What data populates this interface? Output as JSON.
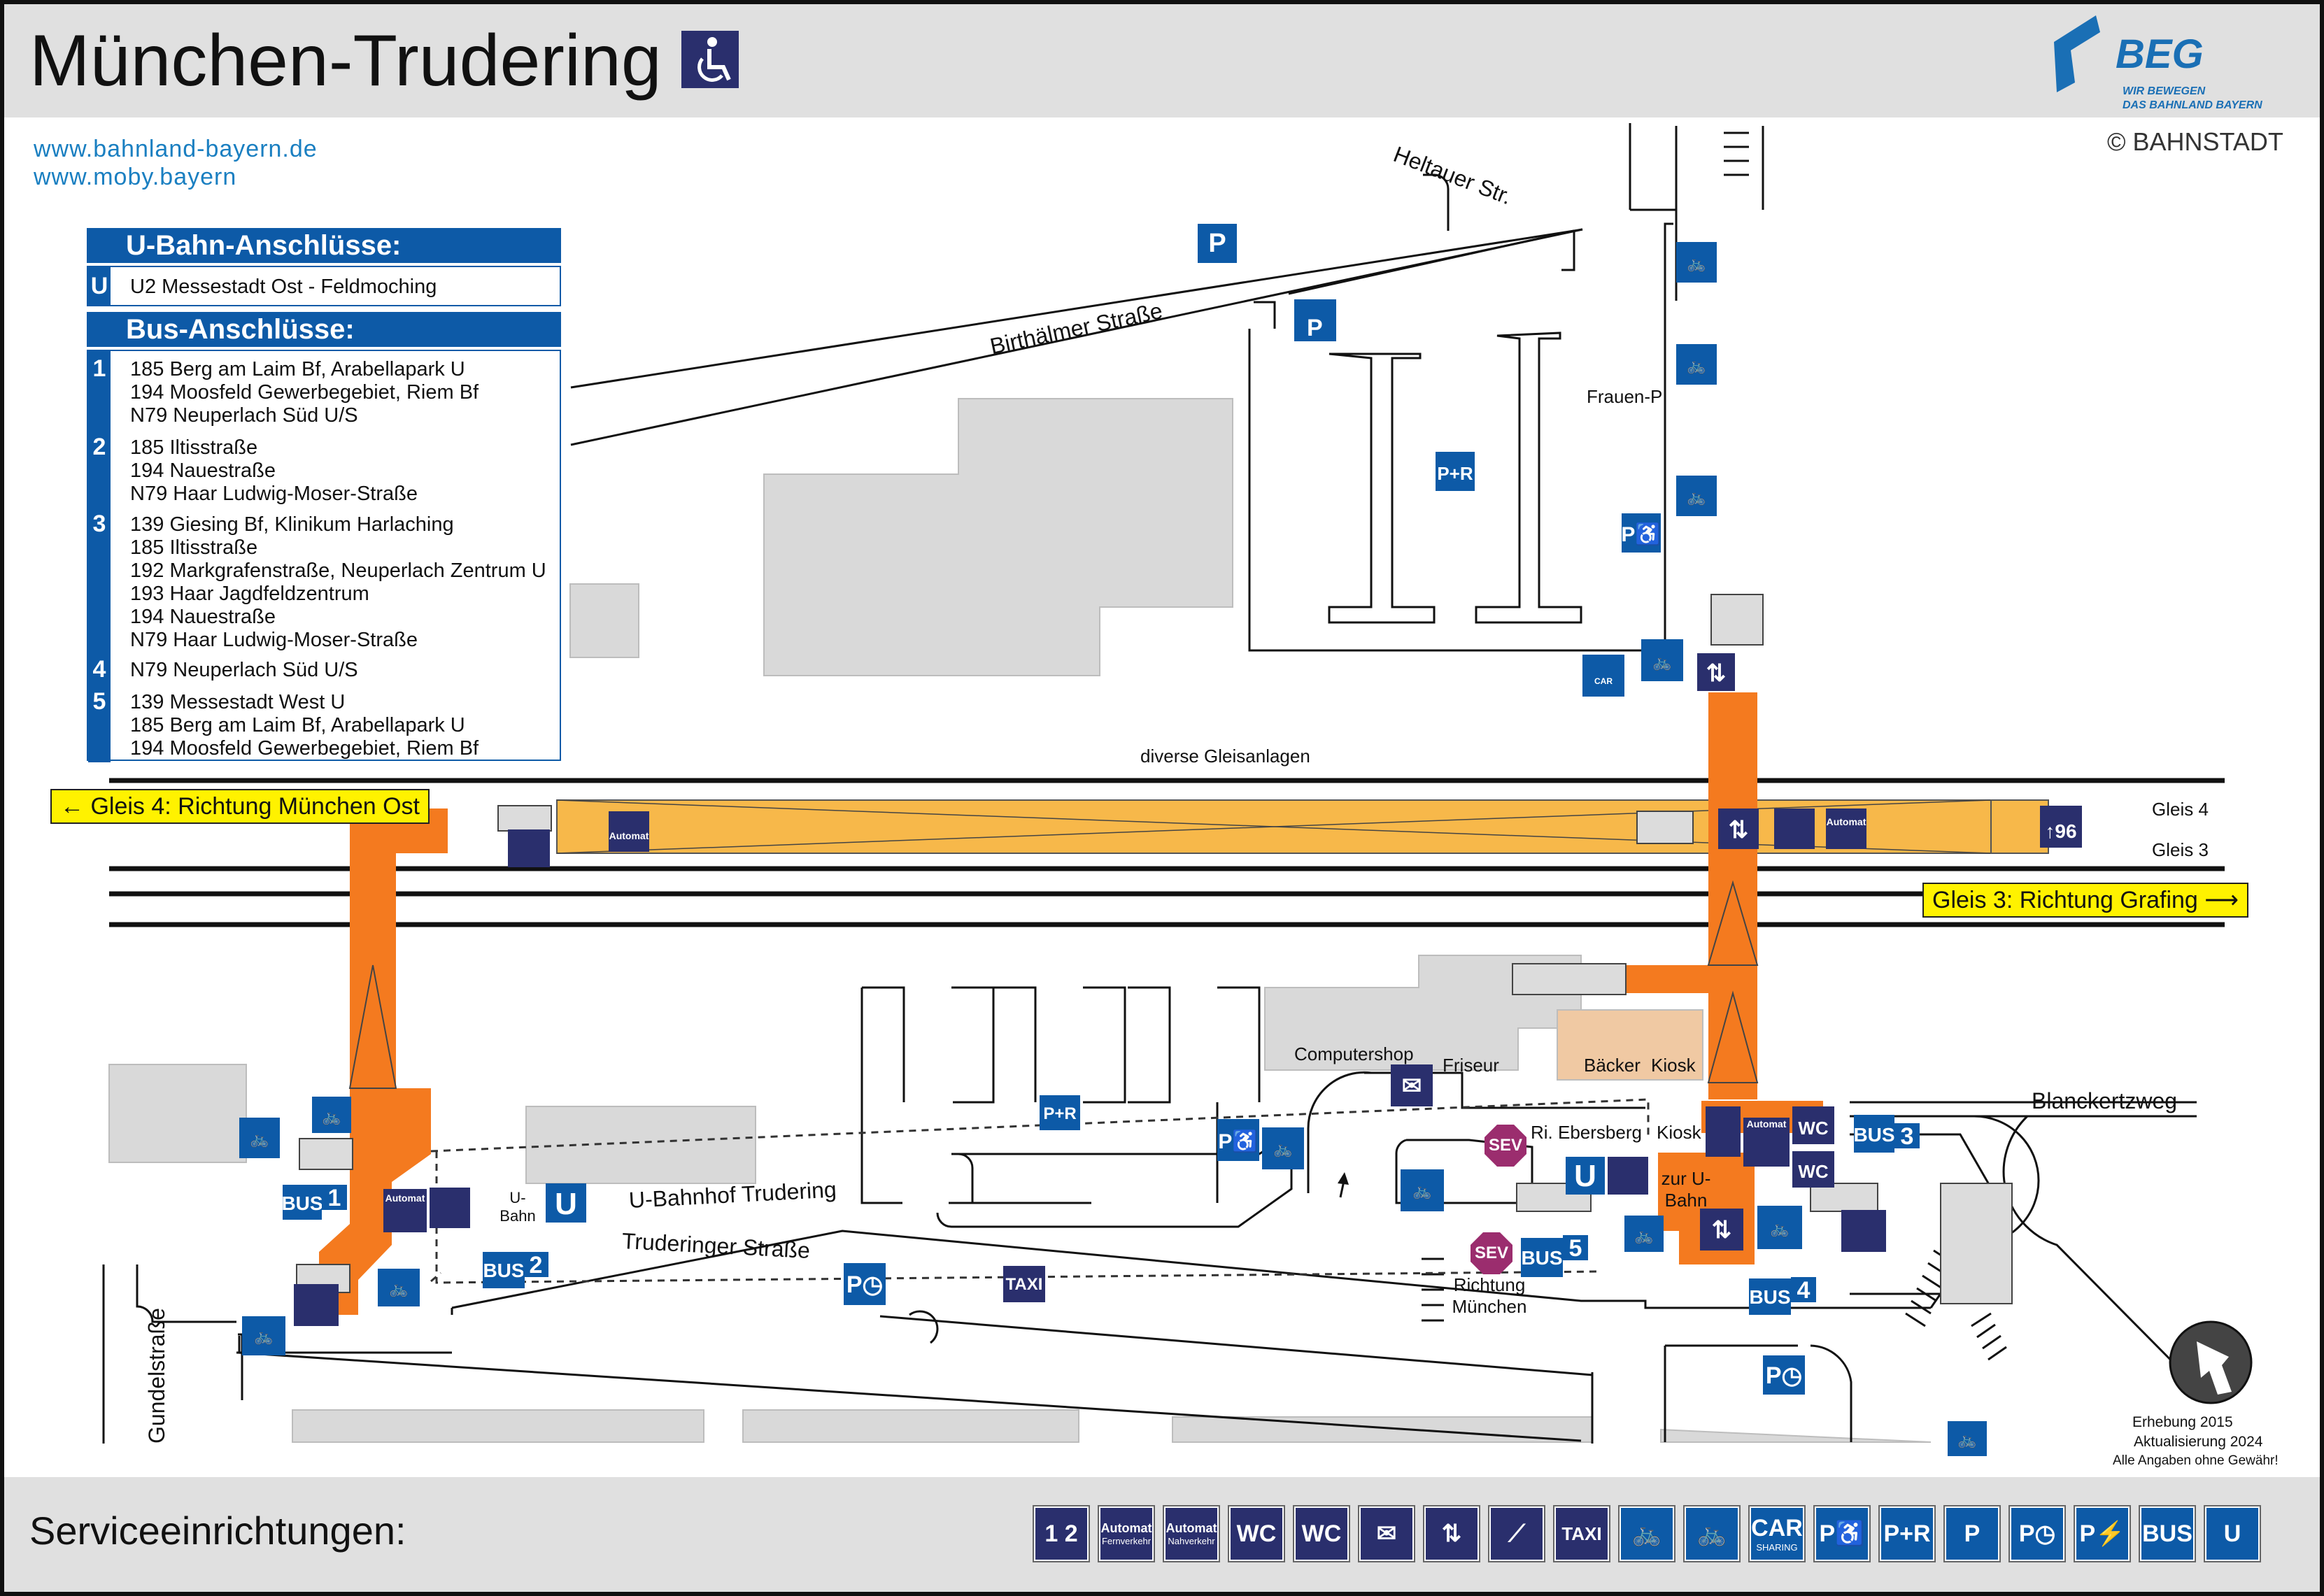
{
  "header": {
    "title": "München-Trudering",
    "wheelchair_icon": "wheelchair-icon",
    "logo": {
      "text": "BEG",
      "subline1": "WIR BEWEGEN",
      "subline2": "DAS BAHNLAND BAYERN"
    },
    "links": [
      "www.bahnland-bayern.de",
      "www.moby.bayern"
    ],
    "copyright": "© BAHNSTADT"
  },
  "legend": {
    "ubahn_title": "U-Bahn-Anschlüsse:",
    "ubahn_lines": [
      {
        "badge": "U",
        "text": "U2 Messestadt Ost - Feldmoching"
      }
    ],
    "bus_title": "Bus-Anschlüsse:",
    "bus_groups": [
      {
        "num": "1",
        "lines": [
          "185 Berg am Laim Bf, Arabellapark U",
          "194 Moosfeld Gewerbegebiet, Riem Bf",
          "N79 Neuperlach Süd U/S"
        ]
      },
      {
        "num": "2",
        "lines": [
          "185 Iltisstraße",
          "194 Nauestraße",
          "N79 Haar Ludwig-Moser-Straße"
        ]
      },
      {
        "num": "3",
        "lines": [
          "139 Giesing Bf, Klinikum Harlaching",
          "185 Iltisstraße",
          "192 Markgrafenstraße, Neuperlach Zentrum U",
          "193 Haar Jagdfeldzentrum",
          "194 Nauestraße",
          "N79 Haar Ludwig-Moser-Straße"
        ]
      },
      {
        "num": "4",
        "lines": [
          "N79 Neuperlach Süd U/S"
        ]
      },
      {
        "num": "5",
        "lines": [
          "139 Messestadt West U",
          "185 Berg am Laim Bf, Arabellapark U",
          "194 Moosfeld Gewerbegebiet, Riem Bf"
        ]
      }
    ]
  },
  "tracks": {
    "gleis4_direction": "Gleis 4: Richtung München Ost",
    "gleis3_direction": "Gleis 3: Richtung Grafing",
    "gleis4_label": "Gleis 4",
    "gleis3_label": "Gleis 3",
    "platform_height": "96",
    "misc_tracks": "diverse Gleisanlagen"
  },
  "streets": {
    "heltauer": "Heltauer Str.",
    "birthaelmer": "Birthälmer Straße",
    "ubahnhof": "U-Bahnhof Trudering",
    "truderinger": "Truderinger Straße",
    "blanckertz": "Blanckertzweg",
    "gundel": "Gundelstraße"
  },
  "places": {
    "frauen_p": "Frauen-P",
    "computershop": "Computershop",
    "friseur": "Friseur",
    "baecker": "Bäcker",
    "kiosk": "Kiosk",
    "kiosk2": "Kiosk",
    "ri_ebersberg": "Ri. Ebersberg",
    "zur_ubahn": "zur U-Bahn",
    "u_bahn": "U-Bahn",
    "richtung_muenchen": "Richtung München",
    "sev": "SEV"
  },
  "footnote": {
    "survey": "Erhebung 2015",
    "update": "Aktualisierung 2024",
    "disclaimer": "Alle Angaben ohne Gewähr!"
  },
  "services": {
    "title": "Serviceeinrichtungen:",
    "icons": [
      {
        "name": "ticket-machine-icon",
        "label": "1 2",
        "style": "dark"
      },
      {
        "name": "automat-fernverkehr-icon",
        "label": "Automat",
        "sub": "Fernverkehr",
        "style": "dark"
      },
      {
        "name": "automat-nahverkehr-icon",
        "label": "Automat",
        "sub": "Nahverkehr",
        "style": "dark"
      },
      {
        "name": "accessible-wc-icon",
        "label": "WC",
        "style": "dark"
      },
      {
        "name": "wc-icon",
        "label": "WC",
        "style": "dark"
      },
      {
        "name": "mailbox-icon",
        "label": "✉",
        "style": "dark"
      },
      {
        "name": "elevator-icon",
        "label": "⇅",
        "style": "dark"
      },
      {
        "name": "escalator-icon",
        "label": "⟋",
        "style": "dark"
      },
      {
        "name": "taxi-icon",
        "label": "TAXI",
        "style": "dark"
      },
      {
        "name": "bicycle-parking-covered-icon",
        "label": "🚲",
        "style": "blue"
      },
      {
        "name": "bicycle-parking-icon",
        "label": "🚲",
        "style": "blue"
      },
      {
        "name": "car-sharing-icon",
        "label": "CAR",
        "sub": "SHARING",
        "style": "blue"
      },
      {
        "name": "disabled-parking-icon",
        "label": "P♿",
        "style": "blue"
      },
      {
        "name": "park-and-ride-icon",
        "label": "P+R",
        "style": "blue"
      },
      {
        "name": "parking-icon",
        "label": "P",
        "style": "blue"
      },
      {
        "name": "short-term-parking-icon",
        "label": "P◷",
        "style": "blue"
      },
      {
        "name": "ev-charging-parking-icon",
        "label": "P⚡",
        "style": "blue"
      },
      {
        "name": "bus-icon",
        "label": "BUS",
        "style": "blue"
      },
      {
        "name": "ubahn-icon",
        "label": "U",
        "style": "blue"
      }
    ]
  },
  "colors": {
    "brand_blue": "#0d5aa7",
    "dark_icon": "#2a2f6d",
    "path_orange": "#f47a1f",
    "platform_yellow": "#f7b84a",
    "building_grey": "#d9d9d9",
    "sev_purple": "#9b2d6e",
    "indicator_yellow": "#fff200"
  }
}
